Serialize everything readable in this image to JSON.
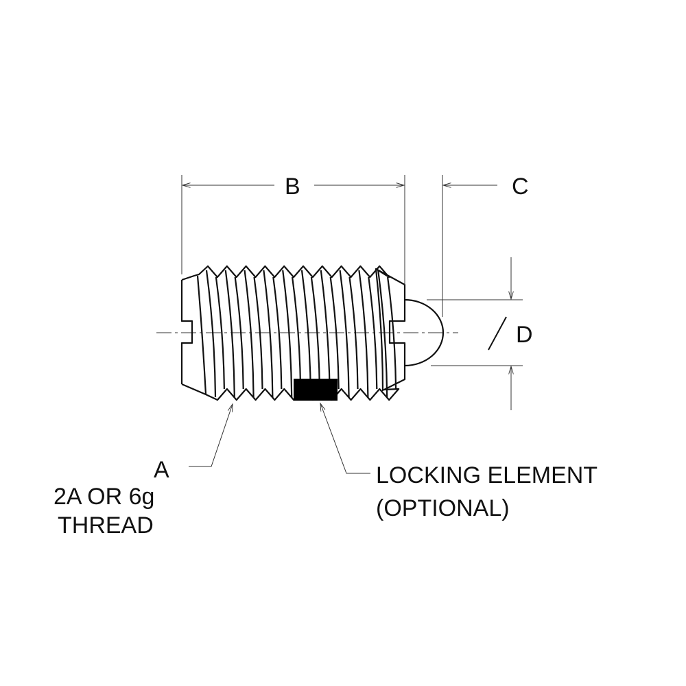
{
  "dimensions": {
    "b": "B",
    "c": "C",
    "d": "D",
    "diameter_symbol": "Ø"
  },
  "callouts": {
    "thread": {
      "line1": "A",
      "line2": "2A OR 6g",
      "line3": "THREAD"
    },
    "locking": {
      "line1": "LOCKING ELEMENT",
      "line2": "(OPTIONAL)"
    }
  },
  "colors": {
    "line": "#111111",
    "locking_element": "#000000"
  }
}
